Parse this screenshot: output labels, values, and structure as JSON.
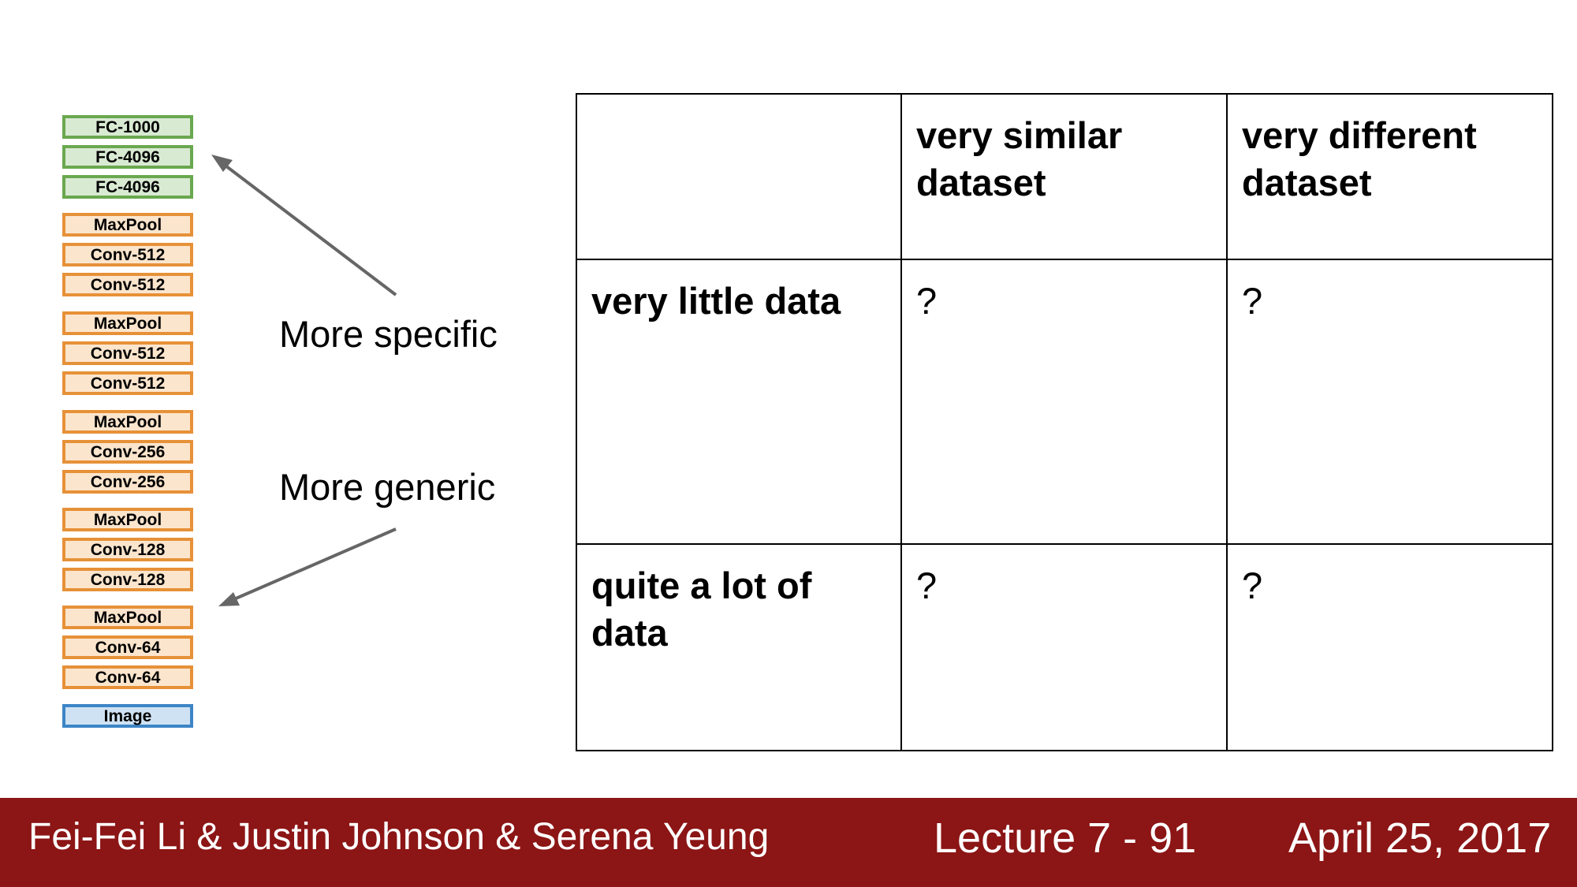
{
  "network": {
    "layers": [
      {
        "label": "FC-1000",
        "kind": "fc"
      },
      {
        "label": "FC-4096",
        "kind": "fc"
      },
      {
        "label": "FC-4096",
        "kind": "fc"
      },
      {
        "label": "MaxPool",
        "kind": "pool"
      },
      {
        "label": "Conv-512",
        "kind": "conv"
      },
      {
        "label": "Conv-512",
        "kind": "conv"
      },
      {
        "label": "MaxPool",
        "kind": "pool"
      },
      {
        "label": "Conv-512",
        "kind": "conv"
      },
      {
        "label": "Conv-512",
        "kind": "conv"
      },
      {
        "label": "MaxPool",
        "kind": "pool"
      },
      {
        "label": "Conv-256",
        "kind": "conv"
      },
      {
        "label": "Conv-256",
        "kind": "conv"
      },
      {
        "label": "MaxPool",
        "kind": "pool"
      },
      {
        "label": "Conv-128",
        "kind": "conv"
      },
      {
        "label": "Conv-128",
        "kind": "conv"
      },
      {
        "label": "MaxPool",
        "kind": "pool"
      },
      {
        "label": "Conv-64",
        "kind": "conv"
      },
      {
        "label": "Conv-64",
        "kind": "conv"
      },
      {
        "label": "Image",
        "kind": "image"
      }
    ],
    "colors": {
      "fc_fill": "#d9ead3",
      "fc_border": "#6aa84f",
      "conv_fill": "#fce5cd",
      "conv_border": "#e69138",
      "image_fill": "#cfe2f3",
      "image_border": "#3d85c6"
    }
  },
  "annotations": {
    "specific": "More specific",
    "generic": "More generic",
    "arrow_color": "#666666"
  },
  "table": {
    "header": [
      "",
      "very similar dataset",
      "very different dataset"
    ],
    "rows": [
      {
        "label": "very little data",
        "cells": [
          "?",
          "?"
        ]
      },
      {
        "label": "quite a lot of data",
        "cells": [
          "?",
          "?"
        ]
      }
    ]
  },
  "footer": {
    "authors": "Fei-Fei Li & Justin Johnson & Serena Yeung",
    "lecture": "Lecture 7 - 91",
    "date": "April 25, 2017",
    "background": "#8c1515"
  }
}
